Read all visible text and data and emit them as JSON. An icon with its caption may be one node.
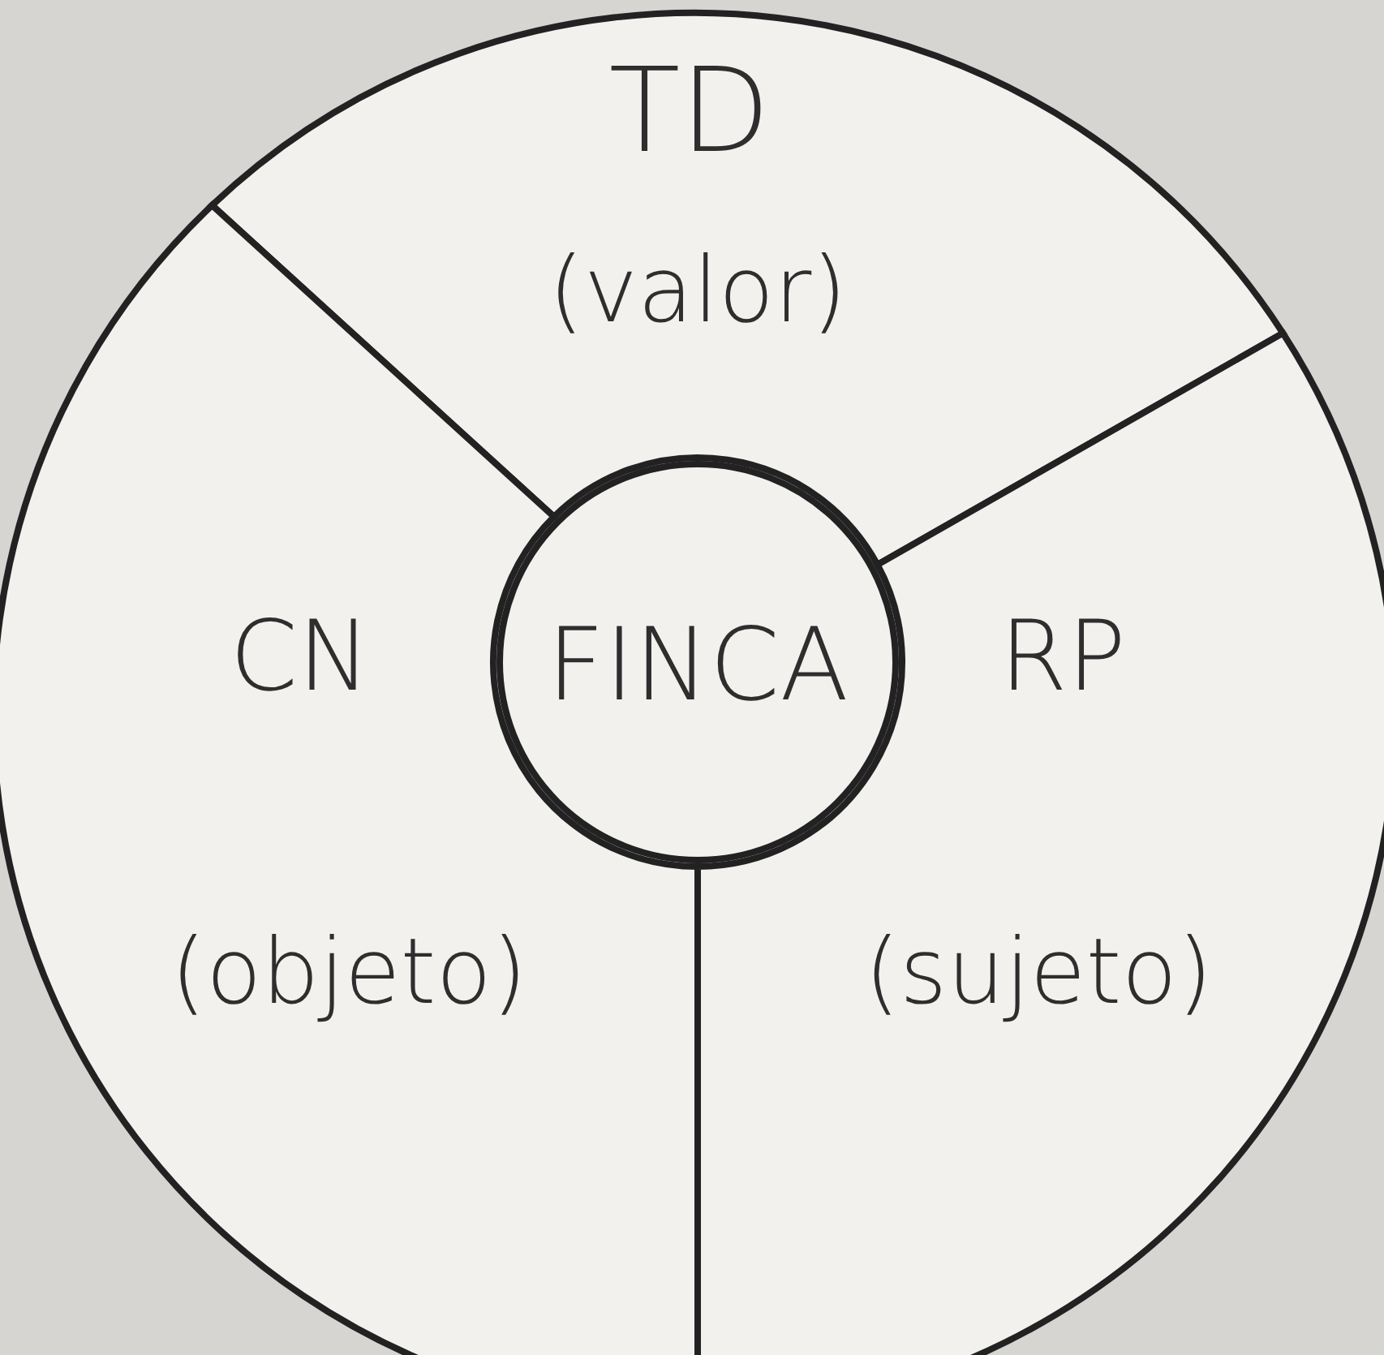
{
  "diagram": {
    "nodes": [
      {
        "text": [
          "TD",
          "(valor)"
        ]
      },
      {
        "text": [
          "CN",
          "(objeto)"
        ]
      },
      {
        "text": [
          "FINCA"
        ]
      },
      {
        "text": [
          "RP",
          "(sujeto)"
        ]
      }
    ]
  }
}
